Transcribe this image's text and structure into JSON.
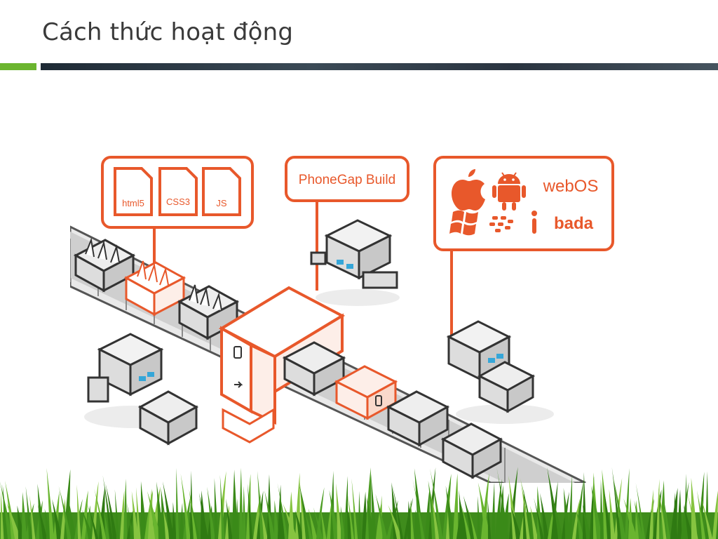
{
  "slide": {
    "title": "Cách thức hoạt động"
  },
  "inputs": {
    "files": [
      "html5",
      "CSS3",
      "JS"
    ]
  },
  "service": {
    "label": "PhoneGap Build"
  },
  "platforms": {
    "icons": [
      "apple-icon",
      "android-icon",
      "windows-icon",
      "blackberry-icon",
      "symbian-icon"
    ],
    "text_logos": {
      "webos": "webOS",
      "bada": "bada"
    }
  },
  "colors": {
    "accent_orange": "#e8582b",
    "box_gray": "#d6d6d6",
    "outline_dark": "#333333",
    "robot_eye": "#35a6d8",
    "title_bar_green": "#6bb52f",
    "title_bar_dark": "#2f3b46"
  }
}
